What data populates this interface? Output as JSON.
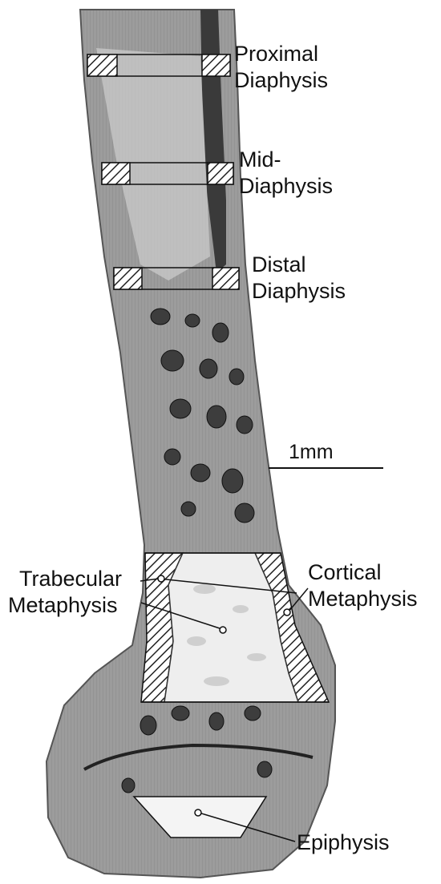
{
  "figure": {
    "labels": {
      "proximal_line1": "Proximal",
      "proximal_line2": "Diaphysis",
      "mid_line1": "Mid-",
      "mid_line2": "Diaphysis",
      "distal_line1": "Distal",
      "distal_line2": "Diaphysis",
      "trabecular_line1": "Trabecular",
      "trabecular_line2": "Metaphysis",
      "cortical_line1": "Cortical",
      "cortical_line2": "Metaphysis",
      "epiphysis": "Epiphysis"
    },
    "scale_bar": {
      "label": "1mm"
    },
    "colors": {
      "cortical_bone": "#9a9a9a",
      "marrow_cavity": "#4a4a4a",
      "trabecular_bone": "#d8d8d8",
      "region_fill": "#f2f2f2",
      "hatch": "#222222",
      "text": "#111111"
    }
  }
}
